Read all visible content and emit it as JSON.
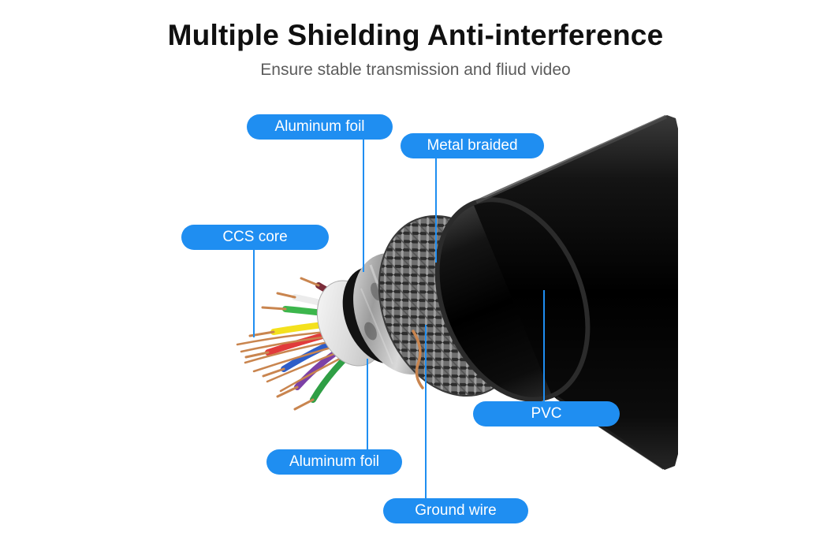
{
  "header": {
    "title": "Multiple Shielding Anti-interference",
    "subtitle": "Ensure stable transmission and fliud video"
  },
  "labels": [
    {
      "text": "Aluminum foil"
    },
    {
      "text": "Metal braided"
    },
    {
      "text": "CCS core"
    },
    {
      "text": "PVC"
    },
    {
      "text": "Aluminum foil"
    },
    {
      "text": "Ground wire"
    }
  ],
  "illustration": {
    "subject": "cable-cutaway",
    "parts": [
      "pvc-jacket",
      "metal-braid",
      "aluminum-foil-wrap",
      "inner-foil-wrap",
      "ground-wire",
      "ccs-core-wires"
    ]
  },
  "colors": {
    "label_bg": "#1f8ef1",
    "label_text": "#ffffff",
    "connector": "#1f8ef1",
    "title_text": "#101010",
    "subtitle_text": "#5c5c5c",
    "background": "#ffffff"
  }
}
